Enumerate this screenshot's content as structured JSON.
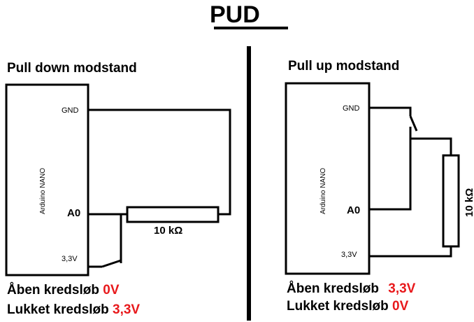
{
  "title": "PUD",
  "left": {
    "heading": "Pull down modstand",
    "board_label": "Arduino NANO",
    "pin_gnd": "GND",
    "pin_a0": "A0",
    "pin_3v3": "3,3V",
    "resistor_label": "10 kΩ",
    "open_label": "Åben kredsløb",
    "open_value": "0V",
    "closed_label": "Lukket kredsløb",
    "closed_value": "3,3V"
  },
  "right": {
    "heading": "Pull up modstand",
    "board_label": "Arduino NANO",
    "pin_gnd": "GND",
    "pin_a0": "A0",
    "pin_3v3": "3,3V",
    "resistor_label": "10 kΩ",
    "open_label": "Åben kredsløb",
    "open_value": "3,3V",
    "closed_label": "Lukket kredsløb",
    "closed_value": "0V"
  },
  "colors": {
    "value_red": "#e8191c",
    "line": "#000000"
  }
}
